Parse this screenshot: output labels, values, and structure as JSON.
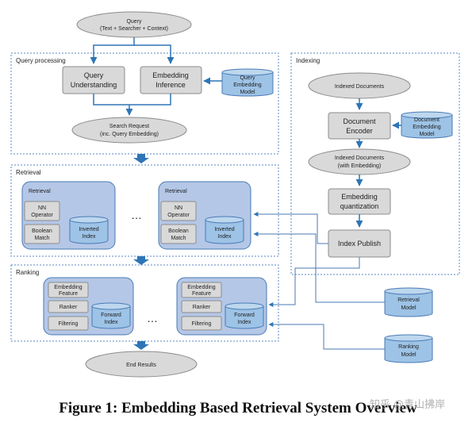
{
  "query": {
    "line1": "Query",
    "line2": "(Text + Searcher + Context)"
  },
  "query_processing": {
    "title": "Query processing",
    "query_understanding": {
      "line1": "Query",
      "line2": "Understanding"
    },
    "embedding_inference": {
      "line1": "Embedding",
      "line2": "Inference"
    },
    "query_embedding_model": {
      "line1": "Query",
      "line2": "Embedding",
      "line3": "Model"
    },
    "search_request": {
      "line1": "Search Request",
      "line2": "(inc. Query Embedding)"
    }
  },
  "indexing": {
    "title": "Indexing",
    "indexed_documents": "Indexed Documents",
    "document_encoder": {
      "line1": "Document",
      "line2": "Encoder"
    },
    "document_embedding_model": {
      "line1": "Document",
      "line2": "Embedding",
      "line3": "Model"
    },
    "indexed_documents_with_embedding": {
      "line1": "Indexed Documents",
      "line2": "(with Embedding)"
    },
    "embedding_quantization": {
      "line1": "Embedding",
      "line2": "quantization"
    },
    "index_publish": "Index Publish"
  },
  "retrieval": {
    "title": "Retrieval",
    "panel_title": "Retrieval",
    "nn_operator": {
      "line1": "NN",
      "line2": "Operator"
    },
    "boolean_match": {
      "line1": "Boolean",
      "line2": "Match"
    },
    "inverted_index": {
      "line1": "Inverted",
      "line2": "Index"
    },
    "ellipsis": "…"
  },
  "ranking": {
    "title": "Ranking",
    "embedding_feature": {
      "line1": "Embedding",
      "line2": "Feature"
    },
    "ranker": "Ranker",
    "filtering": "Filtering",
    "forward_index": {
      "line1": "Forward",
      "line2": "Index"
    },
    "ellipsis": "…"
  },
  "retrieval_model": {
    "line1": "Retrieval",
    "line2": "Model"
  },
  "ranking_model": {
    "line1": "Ranking",
    "line2": "Model"
  },
  "end_results": "End Results",
  "caption": "Figure 1: Embedding Based Retrieval System Overview",
  "watermark": "知乎 @青山拂岸",
  "colors": {
    "gray_fill": "#d9d9d9",
    "gray_stroke": "#8c8c8c",
    "blue_panel": "#b4c7e7",
    "blue_cylinder": "#9dc3e6",
    "arrow_blue": "#2e75b6",
    "line_blue": "#4a7ab5",
    "dashed_border": "#5b87c6"
  }
}
